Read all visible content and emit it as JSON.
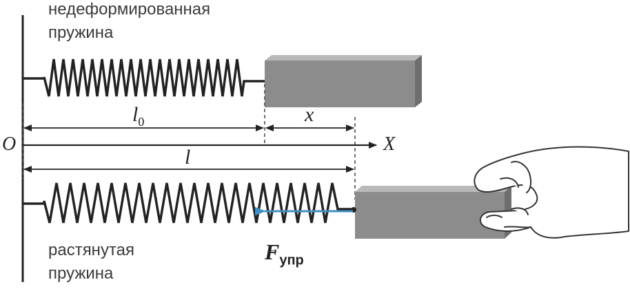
{
  "labels": {
    "top_line1": "недеформированная",
    "top_line2": "пружина",
    "bottom_line1": "растянутая",
    "bottom_line2": "пружина"
  },
  "symbols": {
    "origin": "O",
    "l0_letter": "l",
    "l0_subscript": "0",
    "x": "x",
    "l": "l",
    "axis": "X",
    "force_letter": "F",
    "force_subscript": "упр"
  },
  "colors": {
    "ink": "#222222",
    "block_front": "#8c8c8c",
    "block_top": "#b9b9b9",
    "block_side": "#6e6e6e",
    "force_arrow": "#3f8fc0",
    "hand_outline": "#333333"
  },
  "icons": {
    "hand": "hand-icon"
  }
}
